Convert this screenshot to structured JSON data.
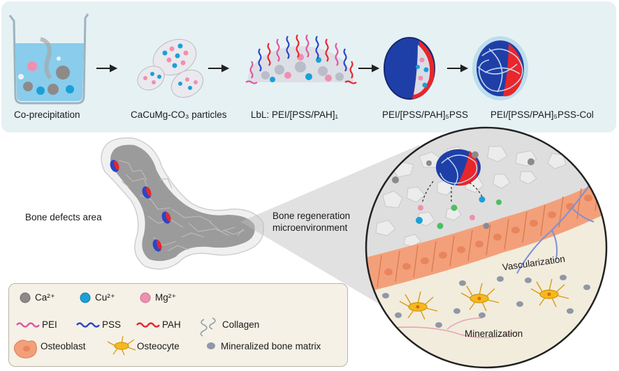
{
  "steps": [
    {
      "label": "Co-precipitation"
    },
    {
      "label": "CaCuMg-CO₃ particles"
    },
    {
      "label": "LbL: PEI/[PSS/PAH]₁"
    },
    {
      "label": "PEI/[PSS/PAH]₅PSS"
    },
    {
      "label": "PEI/[PSS/PAH]₅PSS-Col"
    }
  ],
  "bone": {
    "defect_label": "Bone defects area",
    "micro_label_line1": "Bone regeneration",
    "micro_label_line2": "microenvironment",
    "vascularization": "Vascularization",
    "mineralization": "Mineralization"
  },
  "legend": {
    "ca": "Ca²⁺",
    "cu": "Cu²⁺",
    "mg": "Mg²⁺",
    "pei": "PEI",
    "pss": "PSS",
    "pah": "PAH",
    "collagen": "Collagen",
    "osteoblast": "Osteoblast",
    "osteocyte": "Osteocyte",
    "matrix": "Mineralized bone matrix"
  },
  "colors": {
    "ca": "#8e8a8a",
    "cu": "#1aa0d8",
    "mg": "#f08fb0",
    "pei": "#e0569e",
    "pss": "#2b46c8",
    "pah": "#e8262c",
    "osteoblast": "#f3a07a",
    "osteocyte": "#f5b820",
    "matrix": "#8f97a8"
  }
}
